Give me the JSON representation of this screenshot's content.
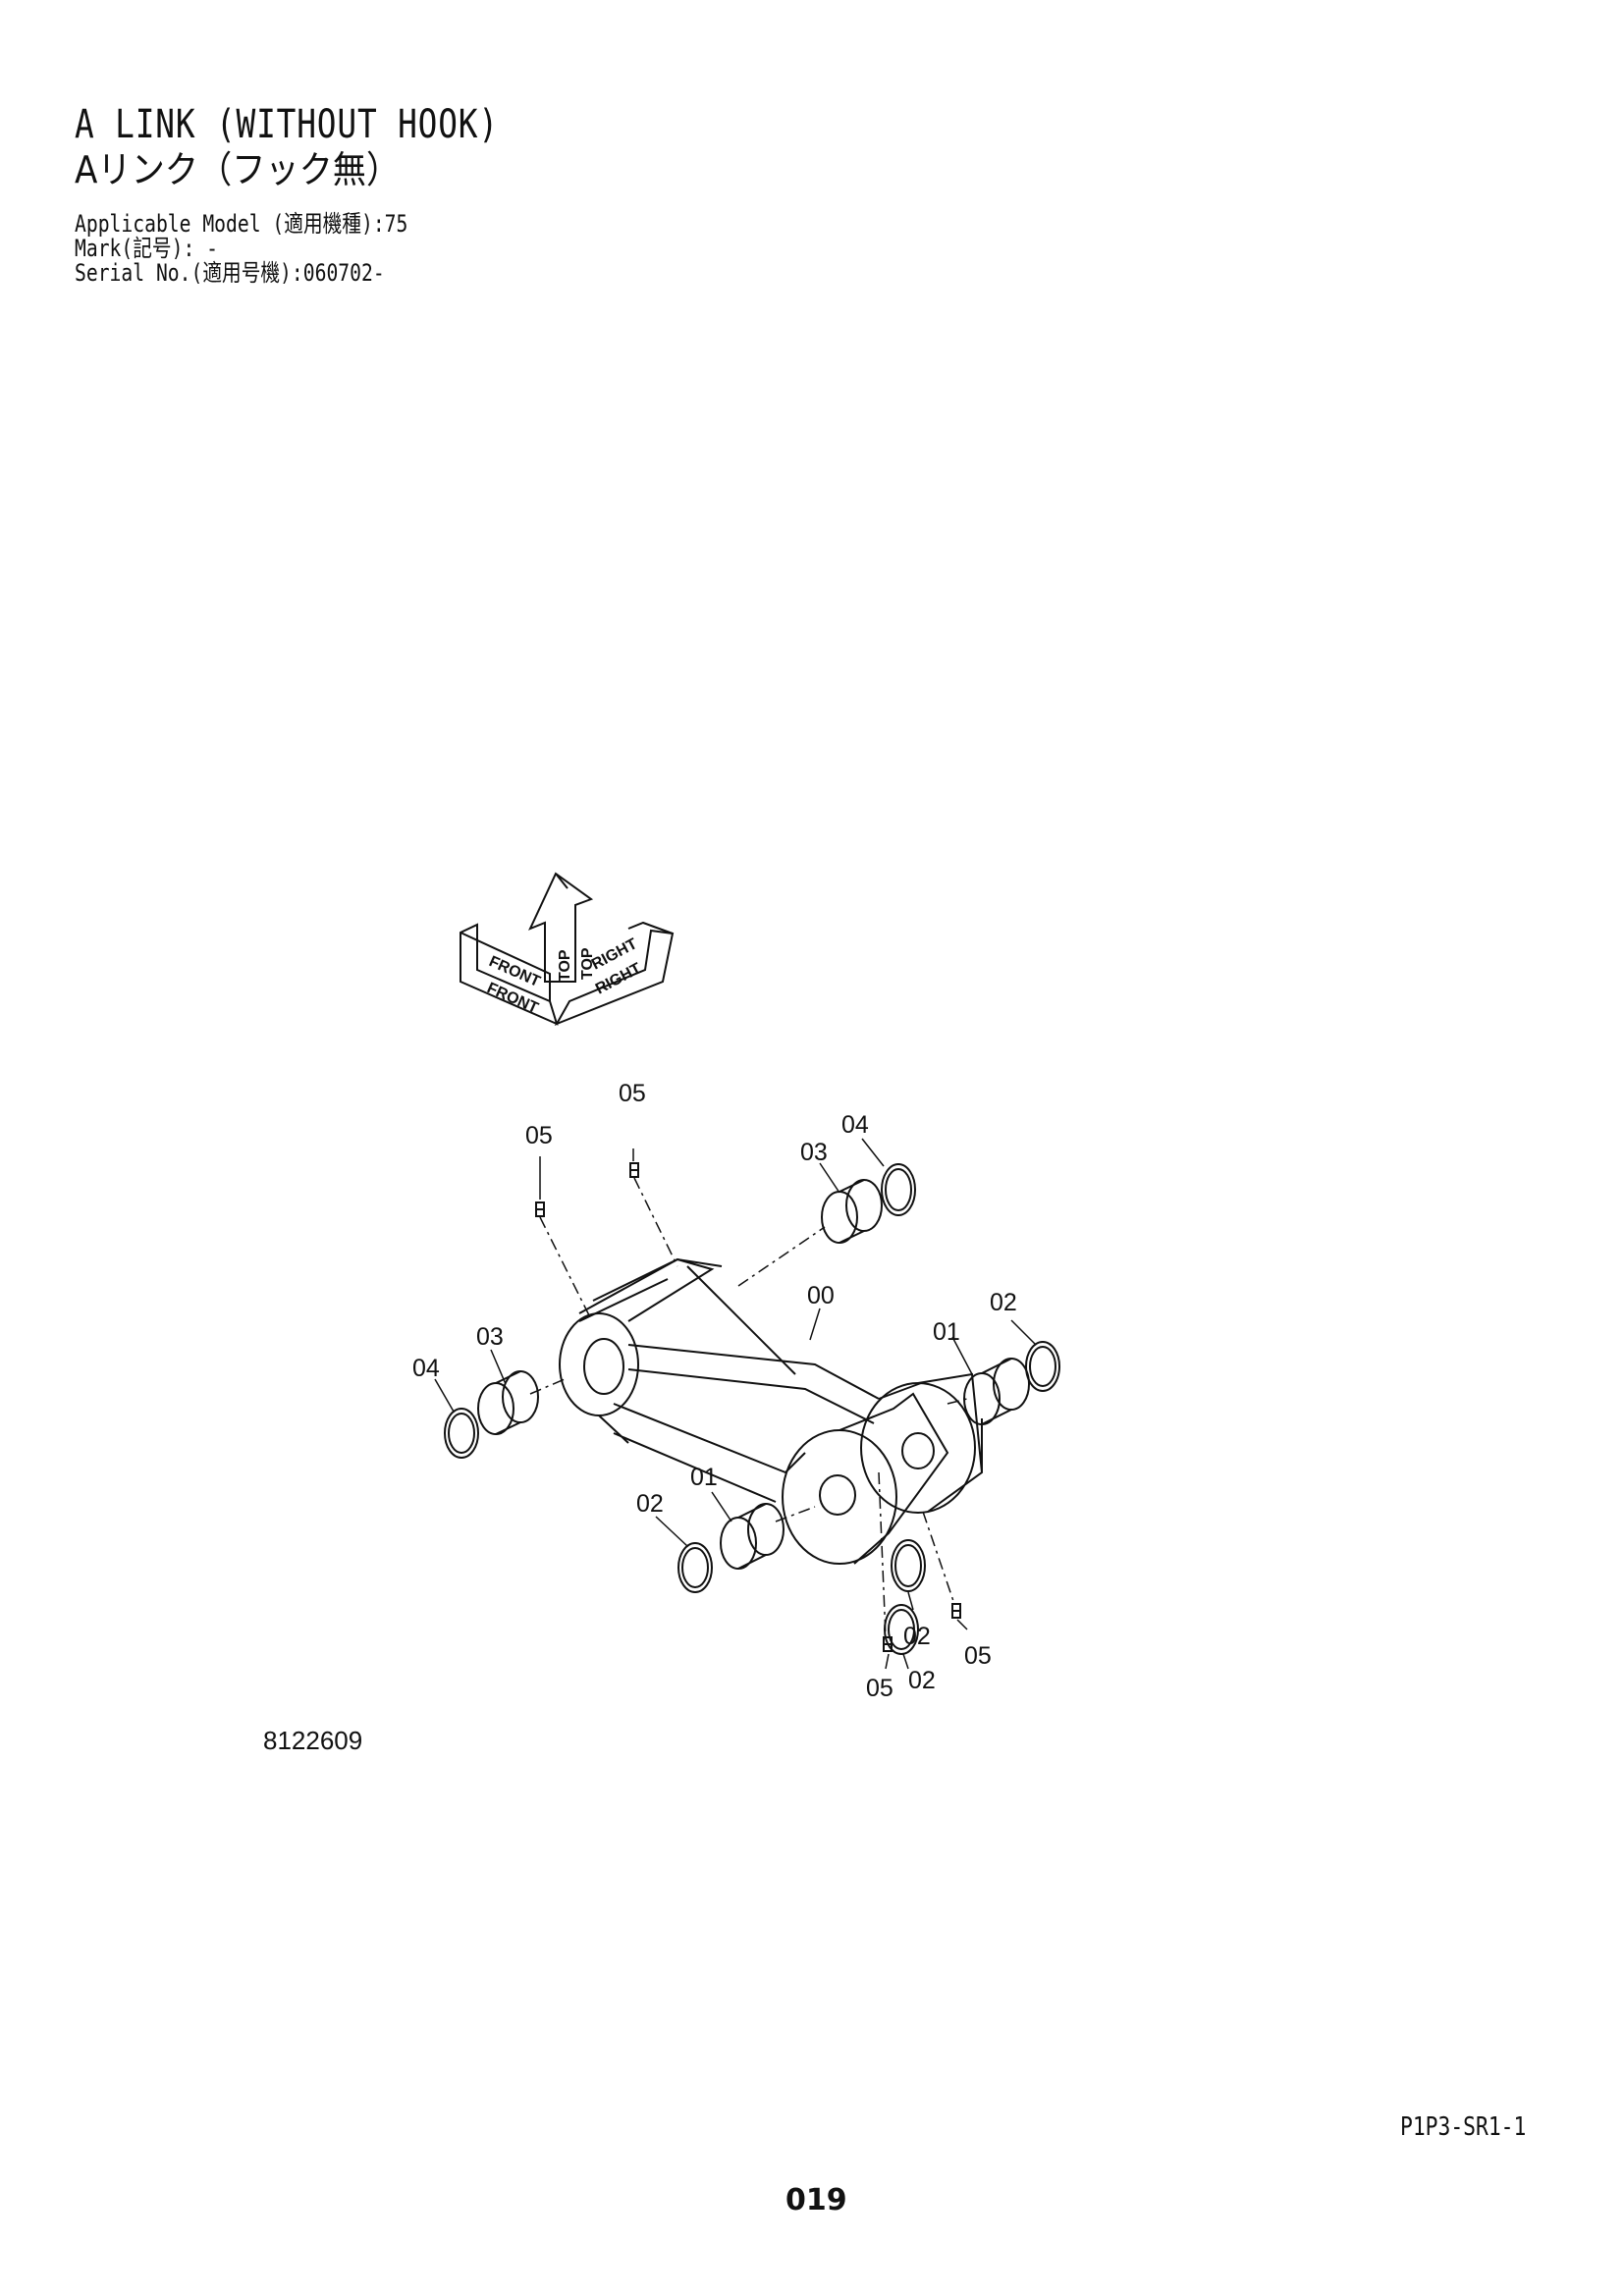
{
  "header": {
    "title_en": "A LINK (WITHOUT HOOK)",
    "title_ja": "Aリンク（フック無）"
  },
  "info": {
    "model": "Applicable Model (適用機種):75",
    "mark": "Mark(記号): -",
    "serial": "Serial No.(適用号機):060702-"
  },
  "orientation": {
    "top": "TOP",
    "front": "FRONT",
    "right": "RIGHT"
  },
  "callouts": {
    "c00": "00",
    "c01_right": "01",
    "c01_front": "01",
    "c02_right": "02",
    "c02_left": "02",
    "c02_lower1": "02",
    "c02_lower2": "02",
    "c03_top": "03",
    "c03_left": "03",
    "c04_top": "04",
    "c04_left": "04",
    "c05_top1": "05",
    "c05_top2": "05",
    "c05_bot1": "05",
    "c05_bot2": "05"
  },
  "figure_number": "8122609",
  "footer": {
    "page_code": "P1P3-SR1-1",
    "page_number": "019"
  }
}
